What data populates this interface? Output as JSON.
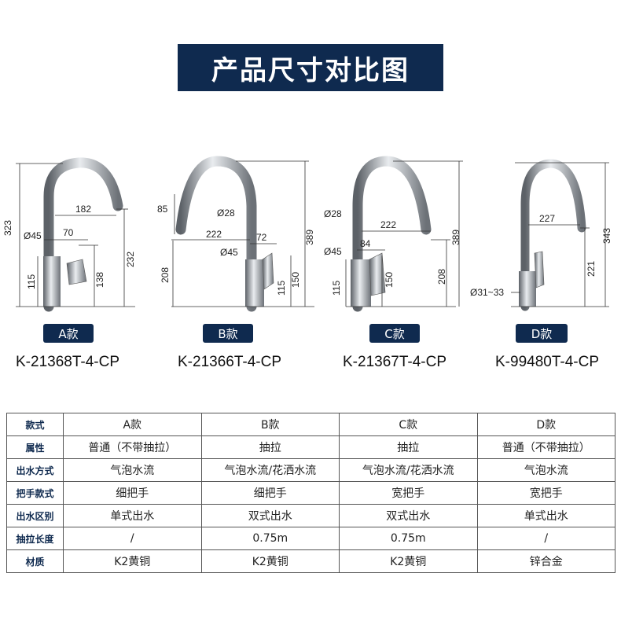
{
  "title": "产品尺寸对比图",
  "products": [
    {
      "badge": "A款",
      "model": "K-21368T-4-CP",
      "dims": {
        "total": "323",
        "reach": "182",
        "diam": "Ø45",
        "handle": "70",
        "base": "115",
        "lever": "138",
        "spout": "232"
      }
    },
    {
      "badge": "B款",
      "model": "K-21366T-4-CP",
      "dims": {
        "pull": "85",
        "spout_diam": "Ø28",
        "reach": "222",
        "handle": "72",
        "diam": "Ø45",
        "left": "208",
        "base": "115",
        "lever": "150",
        "total": "389"
      }
    },
    {
      "badge": "C款",
      "model": "K-21367T-4-CP",
      "dims": {
        "spout_diam": "Ø28",
        "reach": "222",
        "diam": "Ø45",
        "handle": "84",
        "base": "115",
        "lever": "150",
        "right": "208",
        "total": "389"
      }
    },
    {
      "badge": "D款",
      "model": "K-99480T-4-CP",
      "dims": {
        "reach": "227",
        "spout": "221",
        "total": "343",
        "diam": "Ø31~33"
      }
    }
  ],
  "table": {
    "header": [
      "款式",
      "A款",
      "B款",
      "C款",
      "D款"
    ],
    "rows": [
      [
        "属性",
        "普通（不带抽拉）",
        "抽拉",
        "抽拉",
        "普通（不带抽拉）"
      ],
      [
        "出水方式",
        "气泡水流",
        "气泡水流/花洒水流",
        "气泡水流/花洒水流",
        "气泡水流"
      ],
      [
        "把手款式",
        "细把手",
        "细把手",
        "宽把手",
        "宽把手"
      ],
      [
        "出水区别",
        "单式出水",
        "双式出水",
        "双式出水",
        "单式出水"
      ],
      [
        "抽拉长度",
        "/",
        "0.75m",
        "0.75m",
        "/"
      ],
      [
        "材质",
        "K2黄铜",
        "K2黄铜",
        "K2黄铜",
        "锌合金"
      ]
    ]
  },
  "colors": {
    "navy": "#0f2a4f",
    "chrome": "#9aa0a6"
  }
}
